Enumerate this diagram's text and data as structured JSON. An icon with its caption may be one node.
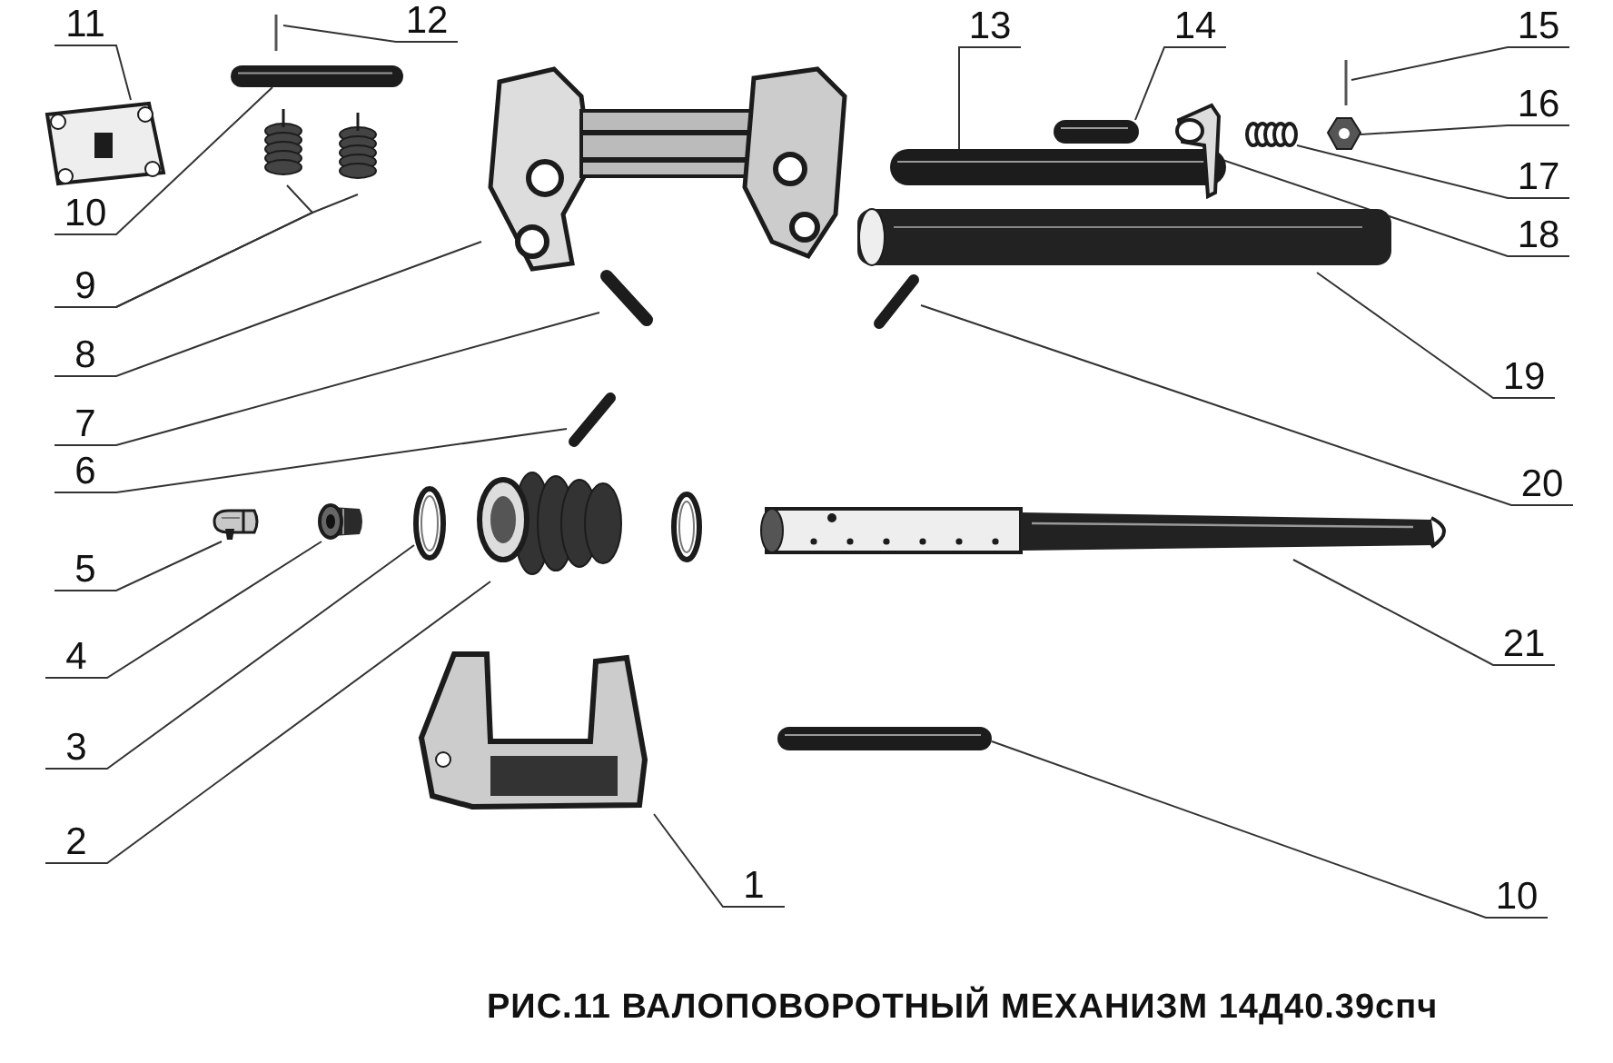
{
  "diagram": {
    "caption": "РИС.11 ВАЛОПОВОРОТНЫЙ МЕХАНИЗМ 14Д40.39спч",
    "nodes": [
      {
        "text": [
          "11"
        ]
      },
      {
        "text": [
          "12"
        ]
      },
      {
        "text": [
          "13"
        ]
      },
      {
        "text": [
          "14"
        ]
      },
      {
        "text": [
          "15"
        ]
      },
      {
        "text": [
          "16"
        ]
      },
      {
        "text": [
          "17"
        ]
      },
      {
        "text": [
          "18"
        ]
      },
      {
        "text": [
          "10"
        ]
      },
      {
        "text": [
          "9"
        ]
      },
      {
        "text": [
          "8"
        ]
      },
      {
        "text": [
          "7"
        ]
      },
      {
        "text": [
          "19"
        ]
      },
      {
        "text": [
          "6"
        ]
      },
      {
        "text": [
          "20"
        ]
      },
      {
        "text": [
          "5"
        ]
      },
      {
        "text": [
          "4"
        ]
      },
      {
        "text": [
          "3"
        ]
      },
      {
        "text": [
          "2"
        ]
      },
      {
        "text": [
          "21"
        ]
      },
      {
        "text": [
          "1"
        ]
      },
      {
        "text": [
          "10"
        ]
      },
      {
        "text": [],
        "shape": "picture"
      },
      {
        "text": [],
        "shape": "picture"
      },
      {
        "text": [],
        "shape": "picture"
      },
      {
        "text": [],
        "shape": "picture"
      },
      {
        "text": [],
        "shape": "picture"
      },
      {
        "text": [],
        "shape": "picture"
      },
      {
        "text": [],
        "shape": "picture"
      },
      {
        "text": [],
        "shape": "picture"
      },
      {
        "text": [],
        "shape": "picture"
      },
      {
        "text": [],
        "shape": "picture"
      },
      {
        "text": [],
        "shape": "picture"
      },
      {
        "text": [],
        "shape": "picture"
      },
      {
        "text": [],
        "shape": "picture"
      },
      {
        "text": [],
        "shape": "picture"
      },
      {
        "text": [],
        "shape": "picture"
      },
      {
        "text": [],
        "shape": "picture"
      },
      {
        "text": [],
        "shape": "picture"
      },
      {
        "text": [],
        "shape": "picture"
      },
      {
        "text": [],
        "shape": "picture"
      },
      {
        "text": [],
        "shape": "picture"
      },
      {
        "text": [],
        "shape": "picture"
      },
      {
        "text": [],
        "shape": "picture"
      },
      {
        "text": [],
        "shape": "picture"
      }
    ],
    "edges": [
      {
        "from": 0,
        "to": 22,
        "arrow": "none"
      },
      {
        "from": 1,
        "to": 23,
        "arrow": "none"
      },
      {
        "from": 2,
        "to": 28,
        "arrow": "none"
      },
      {
        "from": 3,
        "to": 29,
        "arrow": "none"
      },
      {
        "from": 4,
        "to": 30,
        "arrow": "none"
      },
      {
        "from": 5,
        "to": 31,
        "arrow": "none"
      },
      {
        "from": 6,
        "to": 32,
        "arrow": "none"
      },
      {
        "from": 7,
        "to": 33,
        "arrow": "none"
      },
      {
        "from": 8,
        "to": 24,
        "arrow": "none"
      },
      {
        "from": 9,
        "to": 25,
        "arrow": "none"
      },
      {
        "from": 9,
        "to": 26,
        "arrow": "none"
      },
      {
        "from": 10,
        "to": 27,
        "arrow": "none"
      },
      {
        "from": 11,
        "to": 35,
        "arrow": "none"
      },
      {
        "from": 12,
        "to": 34,
        "arrow": "none"
      },
      {
        "from": 13,
        "to": 37,
        "arrow": "none"
      },
      {
        "from": 14,
        "to": 36,
        "arrow": "none"
      },
      {
        "from": 15,
        "to": 38,
        "arrow": "none"
      },
      {
        "from": 16,
        "to": 39,
        "arrow": "none"
      },
      {
        "from": 17,
        "to": 40,
        "arrow": "none"
      },
      {
        "from": 18,
        "to": 41,
        "arrow": "none"
      },
      {
        "from": 19,
        "to": 42,
        "arrow": "none"
      },
      {
        "from": 20,
        "to": 43,
        "arrow": "none"
      },
      {
        "from": 21,
        "to": 44,
        "arrow": "none"
      }
    ]
  }
}
